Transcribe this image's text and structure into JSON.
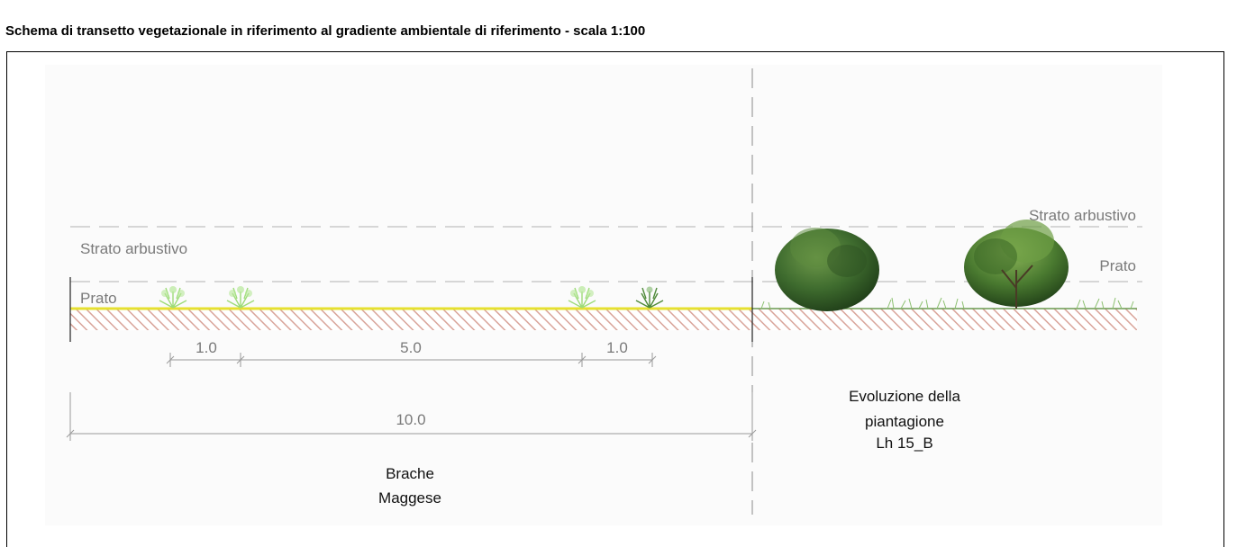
{
  "title": "Schema di transetto vegetazionale in riferimento al gradiente ambientale di riferimento - scala 1:100",
  "left_section": {
    "strato_label": "Strato arbustivo",
    "prato_label": "Prato",
    "dimensions": [
      "1.0",
      "5.0",
      "1.0"
    ],
    "total_dimension": "10.0",
    "caption_line1": "Brache",
    "caption_line2": "Maggese"
  },
  "right_section": {
    "strato_label": "Strato arbustivo",
    "prato_label": "Prato",
    "caption_line1": "Evoluzione della",
    "caption_line2": "piantagione",
    "caption_line3": "Lh 15_B"
  },
  "colors": {
    "soil_hatch": "#d9a49a",
    "grass_line": "#e6e030",
    "shrub_light": "#9edb7a",
    "shrub_dark": "#3e6b2e",
    "dashed_line": "#b0b0b0",
    "dimension_line": "#9a9a9a"
  }
}
